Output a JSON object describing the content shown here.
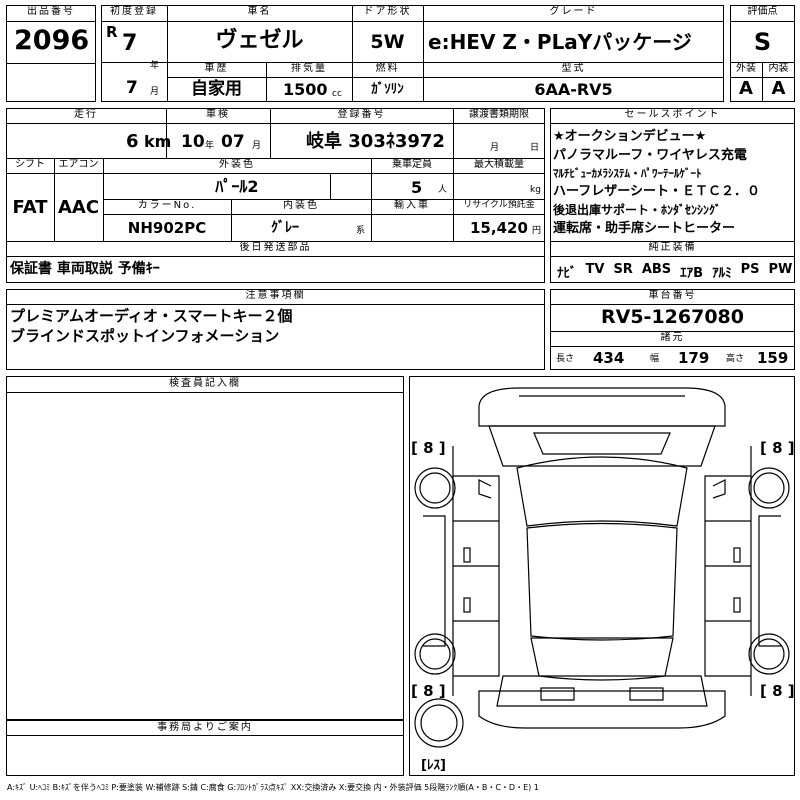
{
  "lot": {
    "label": "出品番号",
    "value": "2096"
  },
  "first_reg": {
    "label": "初度登録",
    "era": "R",
    "year": "7",
    "year_unit": "年",
    "month": "7",
    "month_unit": "月"
  },
  "car_name": {
    "label": "車名",
    "value": "ヴェゼル"
  },
  "door": {
    "label": "ドア形状",
    "value": "5W"
  },
  "grade": {
    "label": "グレード",
    "value": "e:HEV Z・PLaYパッケージ"
  },
  "score": {
    "label": "評価点",
    "value": "S"
  },
  "history": {
    "label": "車歴",
    "value": "自家用"
  },
  "displacement": {
    "label": "排気量",
    "value": "1500",
    "unit": "cc"
  },
  "fuel": {
    "label": "燃料",
    "value": "ｶﾞｿﾘﾝ"
  },
  "model": {
    "label": "型式",
    "value": "6AA-RV5"
  },
  "ext_score": {
    "label": "外装",
    "value": "A"
  },
  "int_score": {
    "label": "内装",
    "value": "A"
  },
  "mileage": {
    "label": "走行",
    "value": "6",
    "unit": "km"
  },
  "inspection": {
    "label": "車検",
    "year": "10",
    "year_unit": "年",
    "month": "07",
    "month_unit": "月"
  },
  "reg_no": {
    "label": "登録番号",
    "value": "岐阜 303ﾈ3972"
  },
  "transfer": {
    "label": "譲渡書類期限",
    "month_unit": "月",
    "day_unit": "日"
  },
  "shift": {
    "label": "シフト",
    "value": "FAT"
  },
  "aircon": {
    "label": "エアコン",
    "value": "AAC"
  },
  "ext_color": {
    "label": "外装色",
    "value": "ﾊﾟｰﾙ2"
  },
  "capacity": {
    "label": "乗車定員",
    "value": "5",
    "unit": "人"
  },
  "max_load": {
    "label": "最大積載量",
    "unit": "kg"
  },
  "color_no": {
    "label": "カラーNo.",
    "value": "NH902PC"
  },
  "int_color": {
    "label": "内装色",
    "value": "ｸﾞﾚｰ",
    "unit": "系"
  },
  "import": {
    "label": "輸入車"
  },
  "recycle": {
    "label": "リサイクル預託金",
    "value": "15,420",
    "unit": "円"
  },
  "sales_points": {
    "label": "セールスポイント",
    "lines": [
      "★オークションデビュー★",
      "パノラマルーフ・ワイヤレス充電",
      "ﾏﾙﾁﾋﾞｭｰｶﾒﾗｼｽﾃﾑ・ﾊﾟﾜｰﾃｰﾙｹﾞｰﾄ",
      "ハーフレザーシート・ＥＴＣ２．０",
      "後退出庫サポート・ﾎﾝﾀﾞｾﾝｼﾝｸﾞ",
      "運転席・助手席シートヒーター"
    ]
  },
  "parts": {
    "label": "後日発送部品",
    "value": "保証書 車両取説 予備ｷｰ"
  },
  "equipment": {
    "label": "純正装備",
    "items": [
      "ﾅﾋﾞ",
      "TV",
      "SR",
      "ABS",
      "ｴｱB",
      "ｱﾙﾐ",
      "PS",
      "PW"
    ]
  },
  "notes": {
    "label": "注意事項欄",
    "lines": [
      "プレミアムオーディオ・スマートキー２個",
      "ブラインドスポットインフォメーション"
    ]
  },
  "chassis": {
    "label": "車台番号",
    "value": "RV5-1267080"
  },
  "dims": {
    "label": "諸元",
    "length_label": "長さ",
    "length": "434",
    "width_label": "幅",
    "width": "179",
    "height_label": "高さ",
    "height": "159"
  },
  "inspector": {
    "label": "検査員記入欄"
  },
  "office": {
    "label": "事務局よりご案内"
  },
  "tires": {
    "fl": "[ 8 ]",
    "fr": "[ 8 ]",
    "rl": "[ 8 ]",
    "rr": "[ 8 ]",
    "spare": "[ﾚｽ]"
  },
  "legend": "A:ｷｽﾞ U:ﾍｺﾐ B:ｷｽﾞを伴うﾍｺﾐ P:要塗装 W:補修跡 S:錆 C:腐食 G:ﾌﾛﾝﾄｶﾞﾗｽ点ｷｽﾞ XX:交換済み X:要交換 内・外装評価 5段階ﾗﾝｸ順(A・B・C・D・E) 1"
}
